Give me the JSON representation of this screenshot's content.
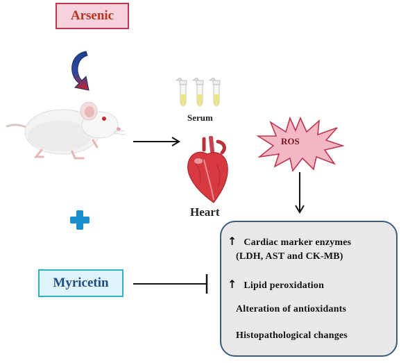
{
  "inputs": {
    "toxicant": "Arsenic",
    "treatment": "Myricetin"
  },
  "samples": {
    "serum": "Serum",
    "heart": "Heart"
  },
  "stress": {
    "ros": "ROS"
  },
  "effects": {
    "cardiac_markers_line1": "Cardiac marker enzymes",
    "cardiac_markers_line2": "(LDH, AST and CK-MB)",
    "lipid": "Lipid  peroxidation",
    "antioxidants": "Alteration of antioxidants",
    "histopath": "Histopathological changes",
    "increase_symbol": "↑"
  },
  "colors": {
    "arsenic_fill": "#f6d3dc",
    "arsenic_border": "#c0344e",
    "arsenic_text": "#b83422",
    "myricetin_fill": "#dff5f9",
    "myricetin_border": "#2fb1c8",
    "myricetin_text": "#1f4a88",
    "plus_color": "#1a8fd0",
    "ros_fill": "#f4b8c4",
    "ros_border": "#c0344e",
    "effects_fill": "#e9e9e9",
    "effects_border": "#3b5a79"
  },
  "icons": {
    "curved_arrow": "curved-arrow-icon",
    "rat": "rat-icon",
    "tubes": "serum-tubes-icon",
    "heart": "heart-icon",
    "plus": "plus-icon",
    "ros_burst": "ros-burst-icon"
  }
}
